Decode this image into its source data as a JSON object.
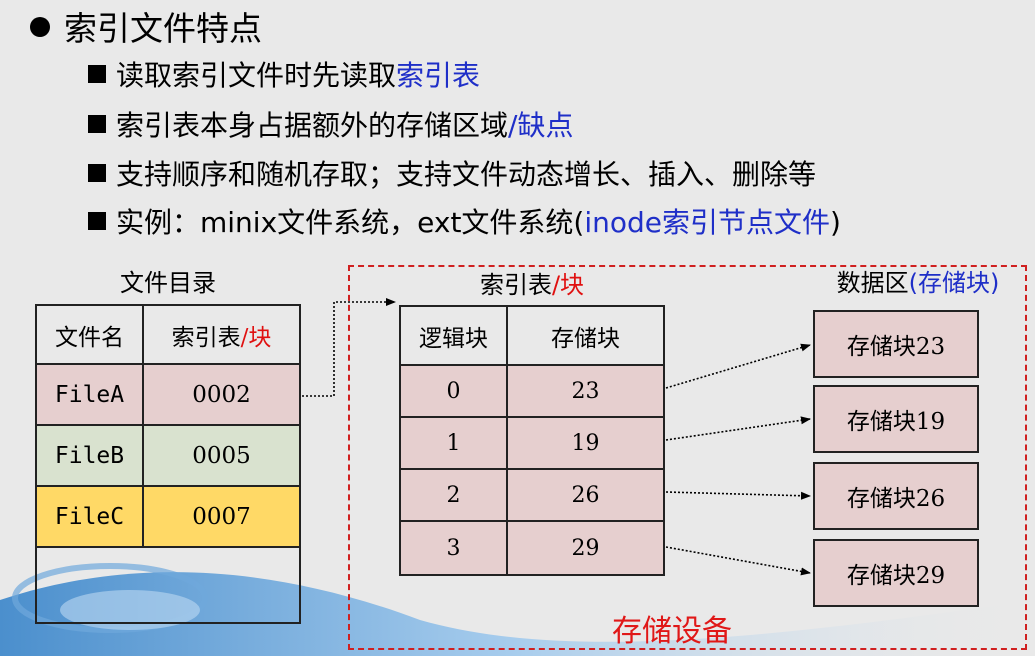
{
  "heading": "索引文件特点",
  "bullets": [
    {
      "text": "读取索引文件时先读取",
      "hl": "索引表"
    },
    {
      "text": "索引表本身占据额外的存储区域",
      "hl": "/缺点"
    },
    {
      "text": "支持顺序和随机存取；支持文件动态增长、插入、删除等"
    },
    {
      "text": "实例：minix文件系统，ext文件系统(",
      "hl": "inode索引节点文件",
      "tail": ")"
    }
  ],
  "directory": {
    "caption": "文件目录",
    "col_name": "文件名",
    "col_index": "索引表",
    "col_index_suffix": "/块",
    "rows": [
      {
        "name": "FileA",
        "index": "0002",
        "color": "#e6cfcf"
      },
      {
        "name": "FileB",
        "index": "0005",
        "color": "#d9e2cf"
      },
      {
        "name": "FileC",
        "index": "0007",
        "color": "#ffd966"
      }
    ]
  },
  "index_table": {
    "caption": "索引表",
    "caption_suffix": "/块",
    "col_logical": "逻辑块",
    "col_storage": "存储块",
    "rows": [
      {
        "logical": "0",
        "storage": "23"
      },
      {
        "logical": "1",
        "storage": "19"
      },
      {
        "logical": "2",
        "storage": "26"
      },
      {
        "logical": "3",
        "storage": "29"
      }
    ]
  },
  "data_area": {
    "caption": "数据区",
    "caption_paren": "(存储块)",
    "blocks": [
      "存储块23",
      "存储块19",
      "存储块26",
      "存储块29"
    ]
  },
  "device_label": "存储设备"
}
